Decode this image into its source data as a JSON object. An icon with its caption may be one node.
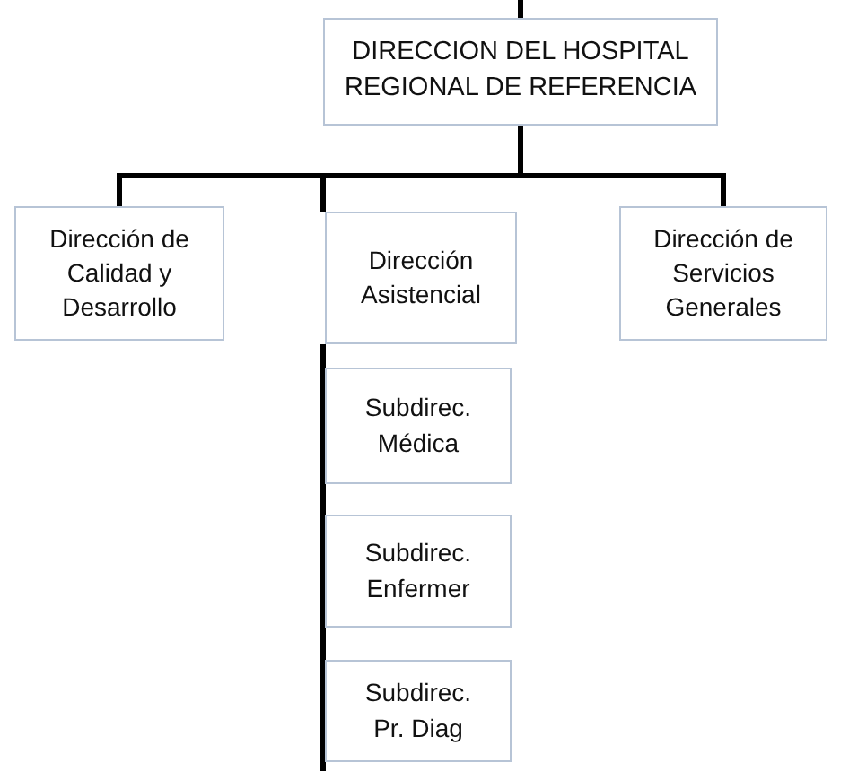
{
  "diagram": {
    "nodes": [
      {
        "text": [
          "DIRECCION DEL HOSPITAL REGIONAL DE REFERENCIA"
        ]
      },
      {
        "text": [
          "Dirección de Calidad y Desarrollo"
        ]
      },
      {
        "text": [
          "Dirección Asistencial"
        ]
      },
      {
        "text": [
          "Dirección de Servicios Generales"
        ]
      },
      {
        "text": [
          "Subdirec. Médica"
        ]
      },
      {
        "text": [
          "Subdirec. Enfermer"
        ]
      },
      {
        "text": [
          "Subdirec. Pr. Diag"
        ]
      }
    ],
    "edges": [
      {
        "from": null,
        "to": 0,
        "arrow": "none"
      },
      {
        "from": 0,
        "to": 1,
        "arrow": "none"
      },
      {
        "from": 0,
        "to": 2,
        "arrow": "none"
      },
      {
        "from": 0,
        "to": 3,
        "arrow": "none"
      },
      {
        "from": 2,
        "to": 4,
        "arrow": "none"
      },
      {
        "from": 2,
        "to": 5,
        "arrow": "none"
      },
      {
        "from": 2,
        "to": 6,
        "arrow": "none"
      }
    ]
  }
}
